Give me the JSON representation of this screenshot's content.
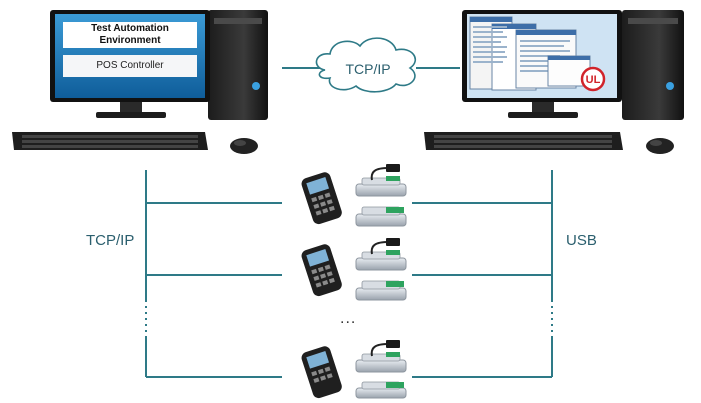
{
  "left_computer": {
    "screen_title": "Test Automation Environment",
    "screen_subtitle": "POS Controller"
  },
  "right_computer": {
    "logo_text": "UL"
  },
  "network_link": {
    "label": "TCP/IP"
  },
  "left_bus": {
    "label": "TCP/IP"
  },
  "right_bus": {
    "label": "USB"
  },
  "ellipsis": "...",
  "colors": {
    "line": "#2e7a87",
    "label": "#2b5f6e",
    "cloud_fill": "#ffffff",
    "ul_red": "#d1232a"
  }
}
